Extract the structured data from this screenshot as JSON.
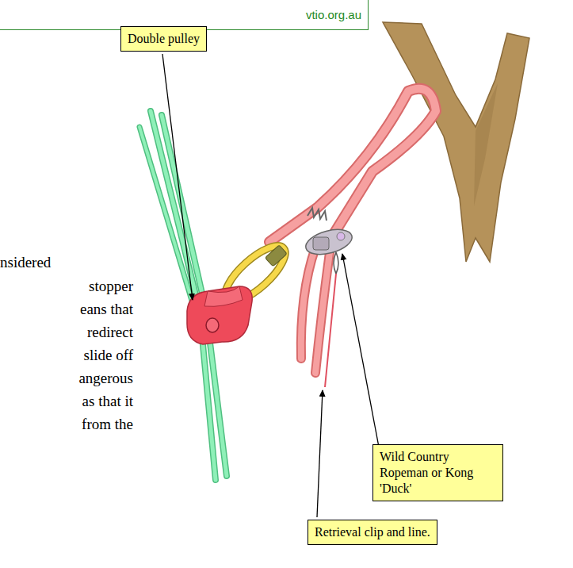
{
  "diagram": {
    "nodes": [
      {
        "text": [
          "vtio.org.au"
        ]
      },
      {
        "text": [
          "Double pulley"
        ]
      },
      {
        "text": [
          "Wild Country Ropeman or Kong 'Duck'"
        ]
      },
      {
        "text": [
          "Retrieval clip and line."
        ]
      }
    ],
    "labels": [
      "nsidered",
      "stopper",
      "eans that",
      "redirect",
      "slide off",
      "angerous",
      "as that it",
      "from the"
    ]
  }
}
